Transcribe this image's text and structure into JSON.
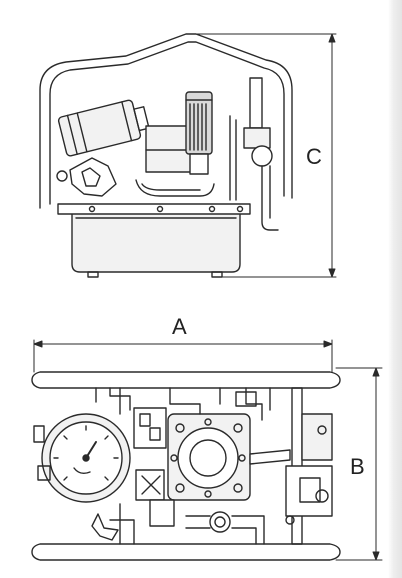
{
  "diagram": {
    "dimension_labels": {
      "height": "C",
      "length": "A",
      "width": "B"
    },
    "colors": {
      "line": "#2a2a2a",
      "fill_light": "#f2f2f2",
      "fill_mid": "#d9d9d9",
      "background": "#ffffff"
    }
  }
}
